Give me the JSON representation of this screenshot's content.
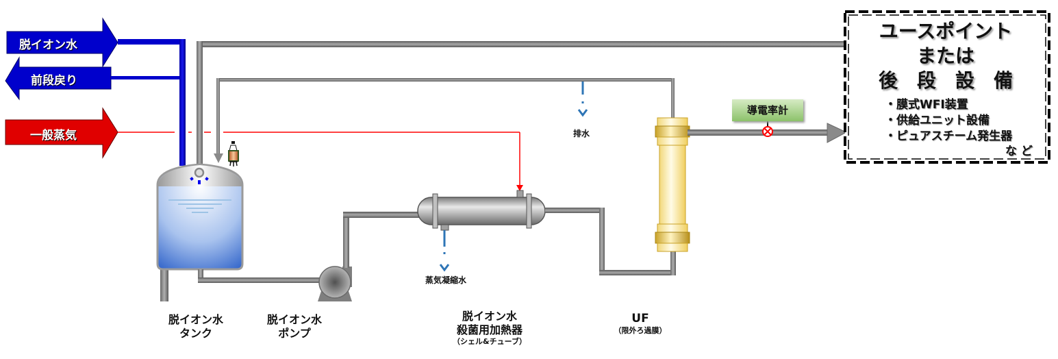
{
  "inputs": {
    "di_water": {
      "label": "脱イオン水",
      "direction": "in",
      "color": "#0000CC"
    },
    "return": {
      "label": "前段戻り",
      "direction": "out",
      "color": "#0000CC"
    },
    "steam": {
      "label": "一般蒸気",
      "direction": "in",
      "color": "#DD0000"
    }
  },
  "equipment": {
    "tank": {
      "line1": "脱イオン水",
      "line2": "タンク"
    },
    "pump": {
      "line1": "脱イオン水",
      "line2": "ポンプ"
    },
    "heater": {
      "line1": "脱イオン水",
      "line2": "殺菌用加熱器",
      "line3": "（シェル&チューブ）"
    },
    "uf": {
      "line1": "UF",
      "line2": "（限外ろ過膜）"
    }
  },
  "drains": {
    "drain": "排水",
    "condensate": "蒸気凝縮水"
  },
  "meter": {
    "label": "導電率計"
  },
  "use_point": {
    "title1": "ユースポイント",
    "title2": "または",
    "title3": "後　段　設　備",
    "items": [
      "・膜式WFI装置",
      "・供給ユニット設備",
      "・ピュアスチーム発生器"
    ],
    "etc": "な ど"
  },
  "colors": {
    "pipe": "#808080",
    "steam_line": "#FF0000",
    "drain_line": "#2E75B6",
    "water_line": "#0000CC",
    "uf_body": "#FFE699"
  }
}
